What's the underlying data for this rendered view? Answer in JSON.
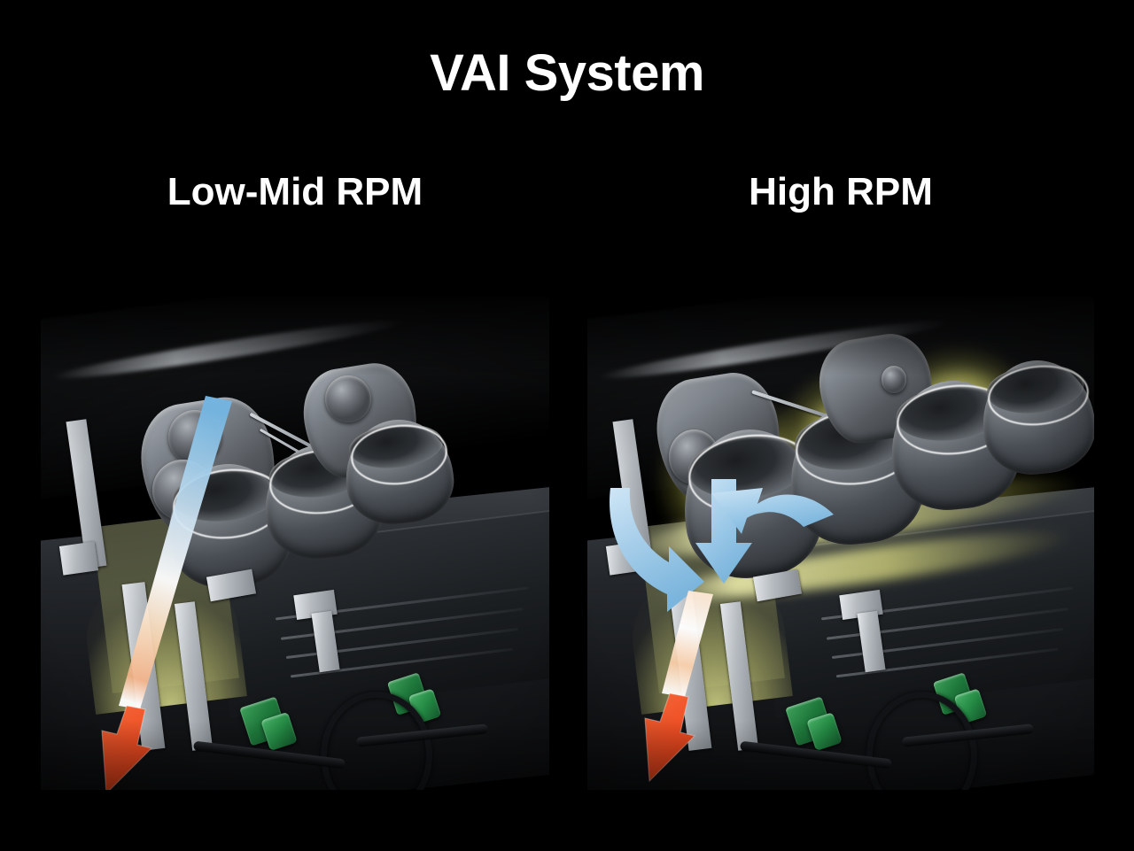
{
  "slide": {
    "background_color": "#000000",
    "title": "VAI System"
  },
  "panels": [
    {
      "id": "low-mid-rpm",
      "label": "Low-Mid RPM",
      "state": "short-intake-funnel-raised",
      "glow_active": false,
      "airflow": {
        "description": "single straight intake charge stream entering the cylinder",
        "intake_stream_color_top": "#7fb8e0",
        "intake_stream_color_mid": "#ffffff",
        "intake_stream_color_bottom": "#f5c9a0",
        "exit_arrow_color": "#f0512a",
        "arrow_count": 1
      }
    },
    {
      "id": "high-rpm",
      "label": "High RPM",
      "state": "intake-funnels-lowered-glowing",
      "glow_active": true,
      "glow_color": "#ecec96",
      "airflow": {
        "description": "three converging blue intake arrows feeding the cylinder",
        "arrow_color_light": "#bcddf2",
        "arrow_color_dark": "#6aa9d6",
        "intake_stream_color_top": "#ffe3c8",
        "exit_arrow_color": "#f0512a",
        "arrow_count": 3
      }
    }
  ],
  "palette": {
    "background": "#000000",
    "text": "#ffffff",
    "metal_light": "#b7bcc2",
    "metal_mid": "#6e747a",
    "metal_dark": "#2b2f33",
    "bore_olive": "#4d4f3c",
    "bore_cone": "#c4c67e",
    "injector_green": "#1f7a3c",
    "flow_blue": "#8fc4e6",
    "flow_orange": "#f0512a",
    "glow_yellow": "#ecec96"
  }
}
